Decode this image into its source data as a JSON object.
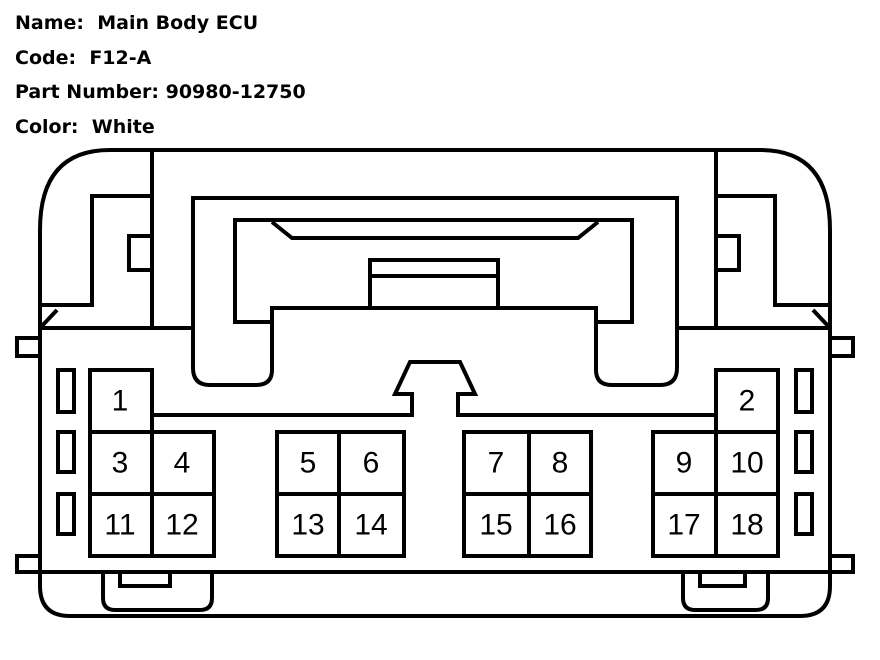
{
  "connector": {
    "name_label": "Name:",
    "name": "Main Body ECU",
    "code_label": "Code:",
    "code": "F12-A",
    "part_label": "Part Number:",
    "part_number": "90980-12750",
    "color_label": "Color:",
    "color": "White"
  },
  "pins": [
    "1",
    "2",
    "3",
    "4",
    "5",
    "6",
    "7",
    "8",
    "9",
    "10",
    "11",
    "12",
    "13",
    "14",
    "15",
    "16",
    "17",
    "18"
  ],
  "colors": {
    "line": "#000000",
    "background": "#ffffff"
  }
}
